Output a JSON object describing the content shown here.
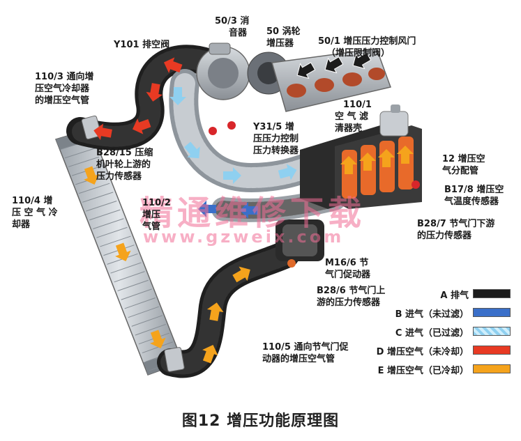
{
  "colors": {
    "exhaust": "#1c1c1c",
    "intake_unfiltered": "#3a6fc9",
    "intake_filtered": "#8fd0f0",
    "charge_hot": "#e83a23",
    "charge_cooled": "#f5a31c",
    "metal": "#b9bec4",
    "dark_metal": "#6d7177",
    "watermark": "#f06e96"
  },
  "labels": {
    "l50_3": [
      "50/3 消",
      "音器"
    ],
    "l50": [
      "50 涡轮",
      "增压器"
    ],
    "l50_1": [
      "50/1 增压压力控制风门",
      "（增压限制阀）"
    ],
    "y101": [
      "Y101 排空阀"
    ],
    "l110_3": [
      "110/3 通向增",
      "压空气冷却器",
      "的增压空气管"
    ],
    "l110_1": [
      "110/1",
      "空 气 滤",
      "清器壳"
    ],
    "y31_5": [
      "Y31/5 增",
      "压压力控制",
      "压力转换器"
    ],
    "b28_15": [
      "B28/15 压缩",
      "机叶轮上游的",
      "压力传感器"
    ],
    "l12": [
      "12 增压空",
      "气分配管"
    ],
    "b17_8": [
      "B17/8 增压空",
      "气温度传感器"
    ],
    "l110_4": [
      "110/4 增",
      "压 空 气 冷",
      "却器"
    ],
    "l110_2": [
      "110/2",
      "增压",
      "气管"
    ],
    "b28_7": [
      "B28/7 节气门下游",
      "的压力传感器"
    ],
    "m16_6": [
      "M16/6 节",
      "气门促动器"
    ],
    "b28_6": [
      "B28/6 节气门上",
      "游的压力传感器"
    ],
    "l110_5": [
      "110/5 通向节气门促",
      "动器的增压空气管"
    ]
  },
  "legend": [
    {
      "label": "A 排气",
      "color": "#1c1c1c"
    },
    {
      "label": "B 进气（未过滤）",
      "color": "#3a6fc9"
    },
    {
      "label": "C 进气（已过滤）",
      "color": "#8fd0f0"
    },
    {
      "label": "D 增压空气（未冷却）",
      "color": "#e83a23"
    },
    {
      "label": "E 增压空气（已冷却）",
      "color": "#f5a31c"
    }
  ],
  "watermark": {
    "line1": "精通维修下载",
    "line2": "www.gzweix.com"
  },
  "caption": "图12 增压功能原理图"
}
